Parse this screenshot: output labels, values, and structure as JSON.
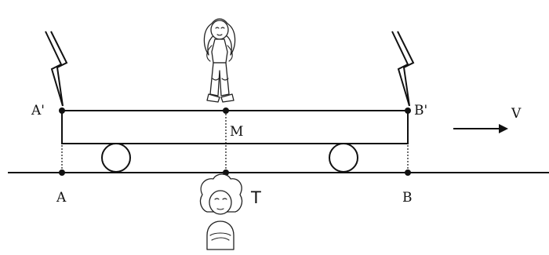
{
  "labels": {
    "a_prime": "A'",
    "b_prime": "B'",
    "m": "M",
    "a": "A",
    "b": "B",
    "t": "T",
    "v": "V"
  },
  "colors": {
    "ink": "#111111",
    "background": "#ffffff"
  },
  "icons": {
    "lightning_left": "lightning-bolt-icon",
    "lightning_right": "lightning-bolt-icon",
    "observer_train": "girl-standing-figure",
    "observer_ground": "girl-portrait-figure"
  }
}
